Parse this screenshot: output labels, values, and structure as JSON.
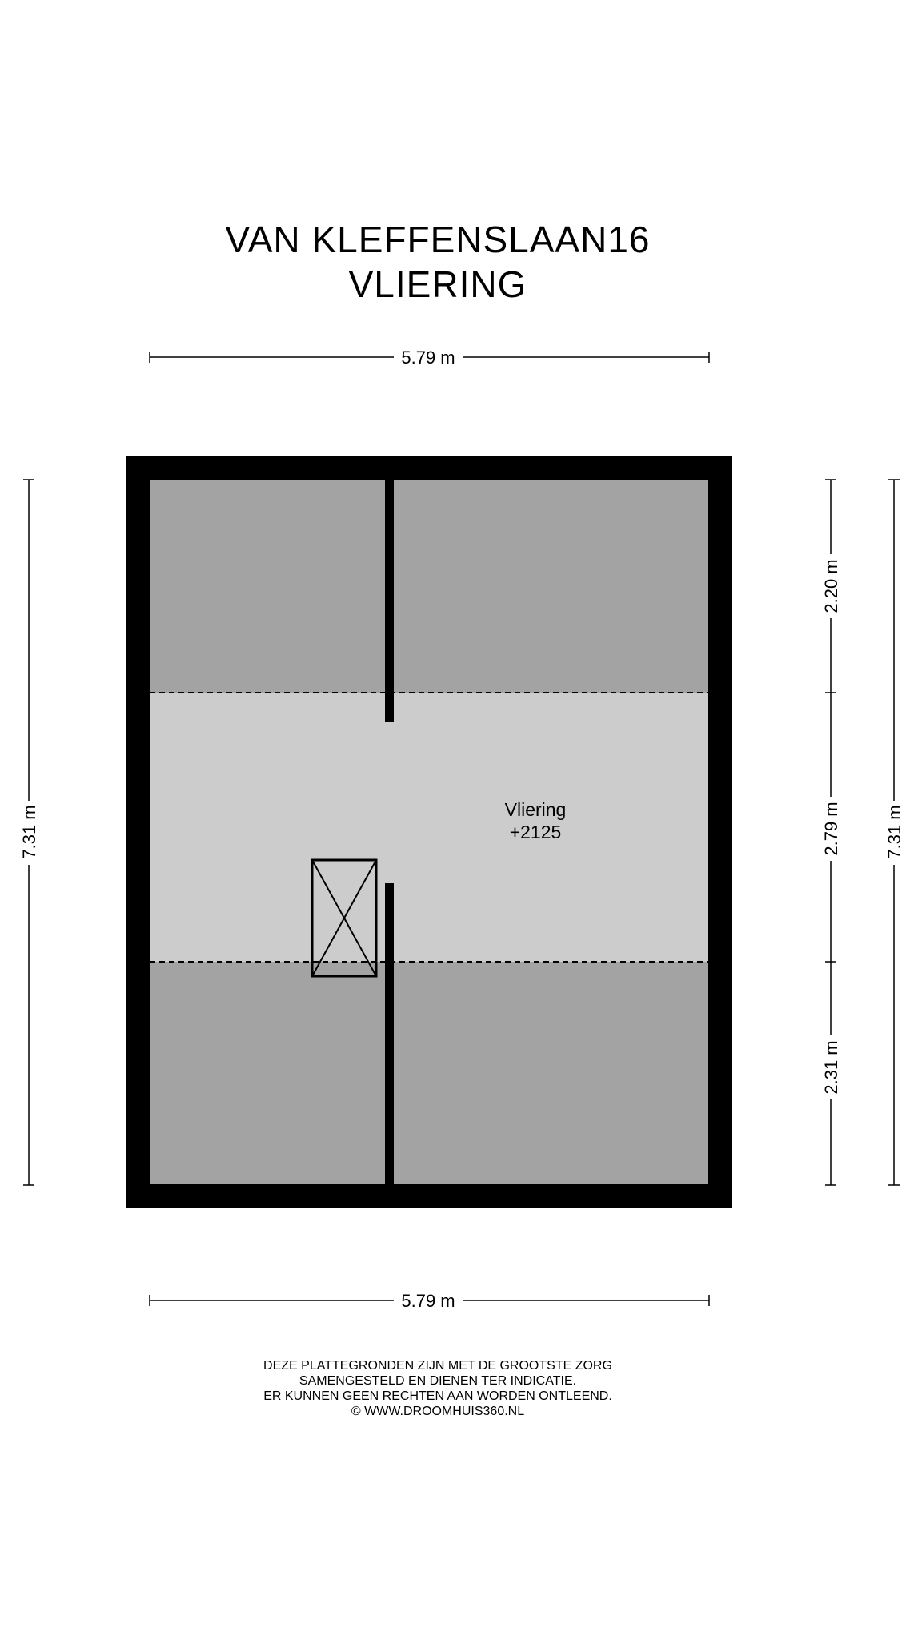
{
  "title": {
    "line1": "VAN  KLEFFENSLAAN16",
    "line2": "VLIERING"
  },
  "room": {
    "name": "Vliering",
    "level": "+2125"
  },
  "dimensions": {
    "top_width": "5.79 m",
    "bottom_width": "5.79 m",
    "left_height": "7.31 m",
    "right_total_height": "7.31 m",
    "right_segment_top": "2.20 m",
    "right_segment_middle": "2.79 m",
    "right_segment_bottom": "2.31 m"
  },
  "colors": {
    "wall": "#000000",
    "sloped_zone": "#a3a3a3",
    "floor_zone": "#cccccc",
    "background": "#ffffff"
  },
  "disclaimer": {
    "line1": "DEZE PLATTEGRONDEN ZIJN MET DE GROOTSTE ZORG",
    "line2": "SAMENGESTELD EN DIENEN TER INDICATIE.",
    "line3": "ER KUNNEN GEEN RECHTEN AAN WORDEN ONTLEEND.",
    "line4": "© WWW.DROOMHUIS360.NL"
  }
}
